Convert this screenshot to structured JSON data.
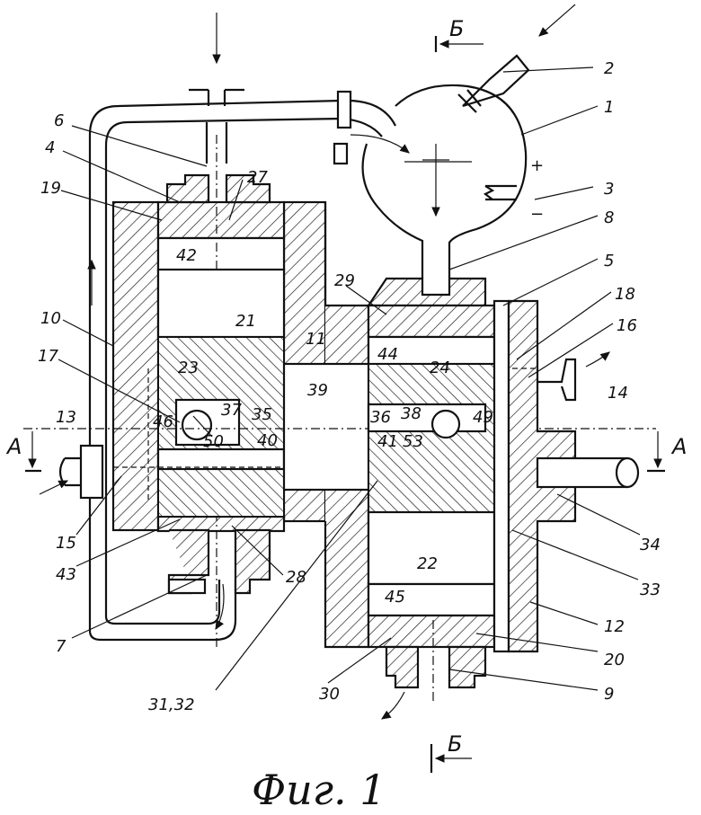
{
  "figure": {
    "caption": "Фиг. 1",
    "section_labels": {
      "b_top": "Б",
      "b_bottom": "Б",
      "a_left": "А",
      "a_right": "А"
    },
    "pole_plus": "+",
    "pole_minus": "−",
    "labels": [
      {
        "id": "1",
        "text": "1"
      },
      {
        "id": "2",
        "text": "2"
      },
      {
        "id": "3",
        "text": "3"
      },
      {
        "id": "4",
        "text": "4"
      },
      {
        "id": "5",
        "text": "5"
      },
      {
        "id": "6",
        "text": "6"
      },
      {
        "id": "7",
        "text": "7"
      },
      {
        "id": "8",
        "text": "8"
      },
      {
        "id": "9",
        "text": "9"
      },
      {
        "id": "10",
        "text": "10"
      },
      {
        "id": "11",
        "text": "11"
      },
      {
        "id": "12",
        "text": "12"
      },
      {
        "id": "13",
        "text": "13"
      },
      {
        "id": "14",
        "text": "14"
      },
      {
        "id": "15",
        "text": "15"
      },
      {
        "id": "16",
        "text": "16"
      },
      {
        "id": "17",
        "text": "17"
      },
      {
        "id": "18",
        "text": "18"
      },
      {
        "id": "19",
        "text": "19"
      },
      {
        "id": "20",
        "text": "20"
      },
      {
        "id": "21",
        "text": "21"
      },
      {
        "id": "22",
        "text": "22"
      },
      {
        "id": "23",
        "text": "23"
      },
      {
        "id": "24",
        "text": "24"
      },
      {
        "id": "27",
        "text": "27"
      },
      {
        "id": "28",
        "text": "28"
      },
      {
        "id": "29",
        "text": "29"
      },
      {
        "id": "30",
        "text": "30"
      },
      {
        "id": "31_32",
        "text": "31,32"
      },
      {
        "id": "33",
        "text": "33"
      },
      {
        "id": "34",
        "text": "34"
      },
      {
        "id": "35",
        "text": "35"
      },
      {
        "id": "36",
        "text": "36"
      },
      {
        "id": "37",
        "text": "37"
      },
      {
        "id": "38",
        "text": "38"
      },
      {
        "id": "39",
        "text": "39"
      },
      {
        "id": "40",
        "text": "40"
      },
      {
        "id": "41",
        "text": "41"
      },
      {
        "id": "42",
        "text": "42"
      },
      {
        "id": "43",
        "text": "43"
      },
      {
        "id": "44",
        "text": "44"
      },
      {
        "id": "45",
        "text": "45"
      },
      {
        "id": "46",
        "text": "46"
      },
      {
        "id": "49",
        "text": "49"
      },
      {
        "id": "50",
        "text": "50"
      },
      {
        "id": "53",
        "text": "53"
      }
    ]
  }
}
